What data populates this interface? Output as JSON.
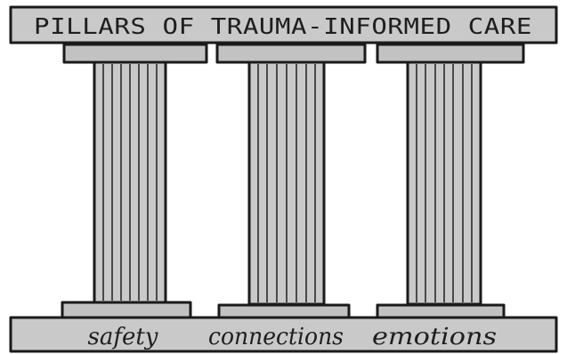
{
  "title": "PILLARS OF TRAUMA-INFORMED CARE",
  "pillars": [
    {
      "label": "safety"
    },
    {
      "label": "connections"
    },
    {
      "label": "emotions"
    }
  ],
  "colors": {
    "stone": "#c9c9c9",
    "stone_dark": "#b5b5b5",
    "ink": "#1a1a1a"
  }
}
